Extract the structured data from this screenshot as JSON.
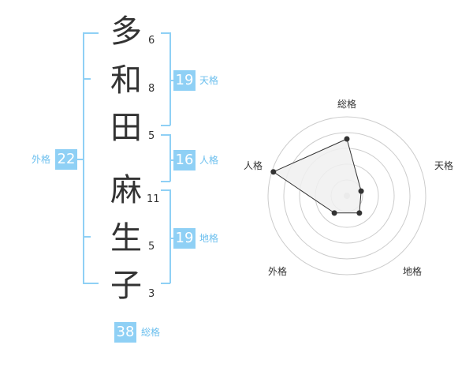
{
  "name": {
    "chars": [
      {
        "char": "多",
        "strokes": "6"
      },
      {
        "char": "和",
        "strokes": "8"
      },
      {
        "char": "田",
        "strokes": "5"
      },
      {
        "char": "麻",
        "strokes": "11"
      },
      {
        "char": "生",
        "strokes": "5"
      },
      {
        "char": "子",
        "strokes": "3"
      }
    ]
  },
  "kaku": {
    "tenkaku": {
      "value": "19",
      "label": "天格"
    },
    "jinkaku": {
      "value": "16",
      "label": "人格"
    },
    "chikaku": {
      "value": "19",
      "label": "地格"
    },
    "gaikaku": {
      "value": "22",
      "label": "外格"
    },
    "soukaku": {
      "value": "38",
      "label": "総格"
    }
  },
  "colors": {
    "bracket": "#8fd0f5",
    "box": "#8fd0f5",
    "label": "#6bbfee",
    "text": "#333333",
    "radar_stroke": "#333333",
    "radar_fill": "#f0f0f0",
    "grid": "#cccccc"
  },
  "chart_data": {
    "type": "radar",
    "axes": [
      "総格",
      "天格",
      "地格",
      "外格",
      "人格"
    ],
    "values": [
      0.72,
      0.19,
      0.27,
      0.27,
      0.98
    ],
    "range": [
      0,
      1
    ],
    "rings": 5
  }
}
